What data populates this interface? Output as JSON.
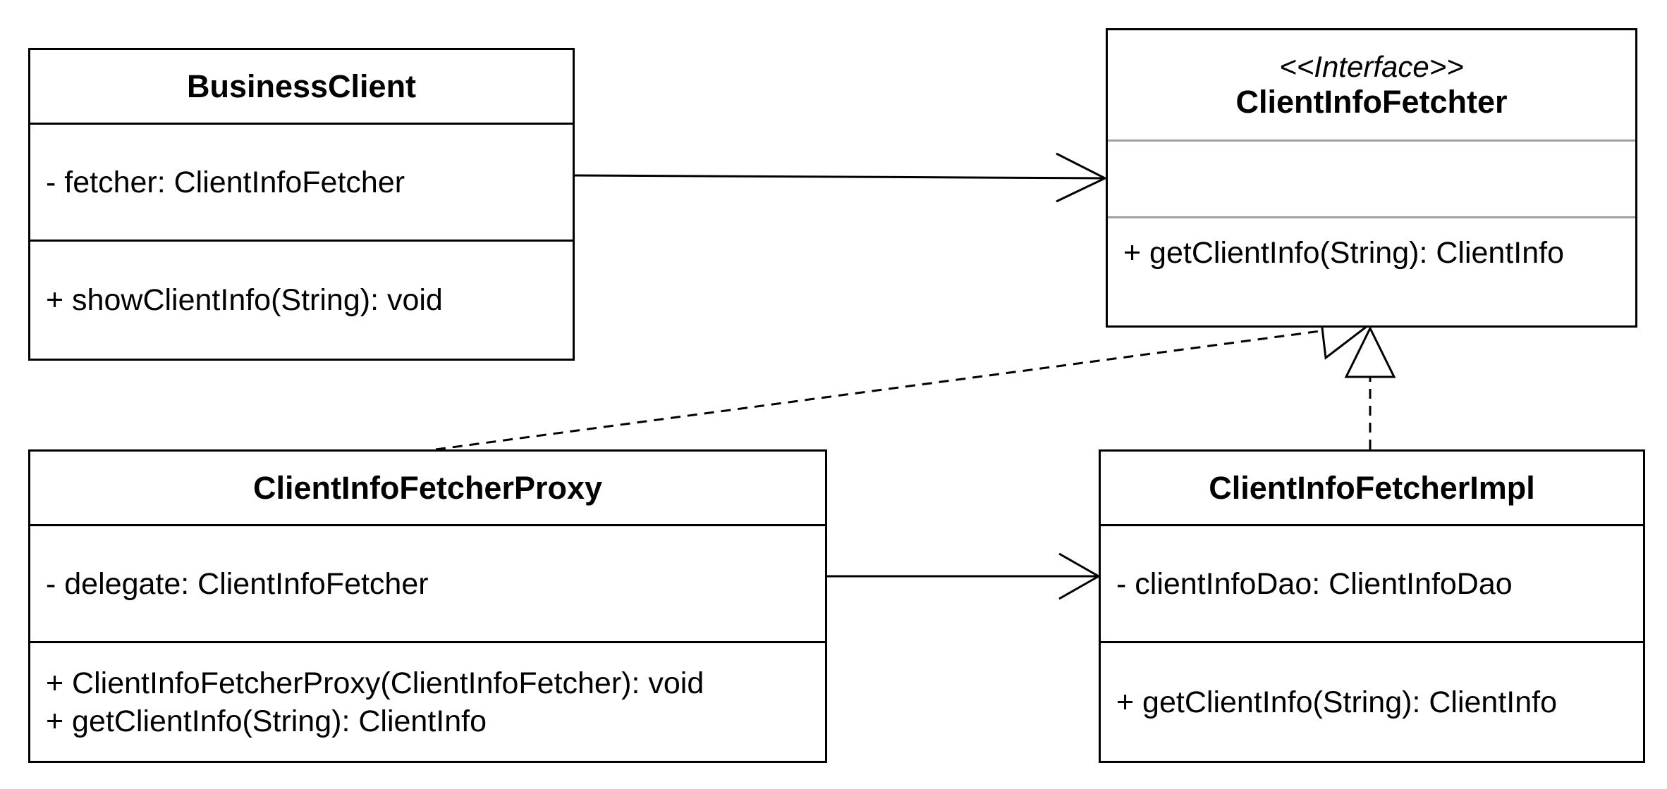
{
  "colors": {
    "stroke": "#000000",
    "background": "#ffffff",
    "interface_divider": "#a0a0a0"
  },
  "classes": {
    "business_client": {
      "name": "BusinessClient",
      "attributes": [
        "- fetcher: ClientInfoFetcher"
      ],
      "operations": [
        "+ showClientInfo(String): void"
      ]
    },
    "client_info_fetcher": {
      "stereotype": "<<Interface>>",
      "name": "ClientInfoFetchter",
      "attributes": [],
      "operations": [
        "+ getClientInfo(String): ClientInfo"
      ]
    },
    "proxy": {
      "name": "ClientInfoFetcherProxy",
      "attributes": [
        "- delegate: ClientInfoFetcher"
      ],
      "operations": [
        "+ ClientInfoFetcherProxy(ClientInfoFetcher): void",
        "+ getClientInfo(String): ClientInfo"
      ]
    },
    "impl": {
      "name": "ClientInfoFetcherImpl",
      "attributes": [
        "- clientInfoDao: ClientInfoDao"
      ],
      "operations": [
        "+ getClientInfo(String): ClientInfo"
      ]
    }
  },
  "relationships": [
    {
      "from": "BusinessClient",
      "to": "ClientInfoFetchter",
      "type": "association"
    },
    {
      "from": "ClientInfoFetcherProxy",
      "to": "ClientInfoFetcherImpl",
      "type": "association"
    },
    {
      "from": "ClientInfoFetcherProxy",
      "to": "ClientInfoFetchter",
      "type": "realization"
    },
    {
      "from": "ClientInfoFetcherImpl",
      "to": "ClientInfoFetchter",
      "type": "realization"
    }
  ]
}
